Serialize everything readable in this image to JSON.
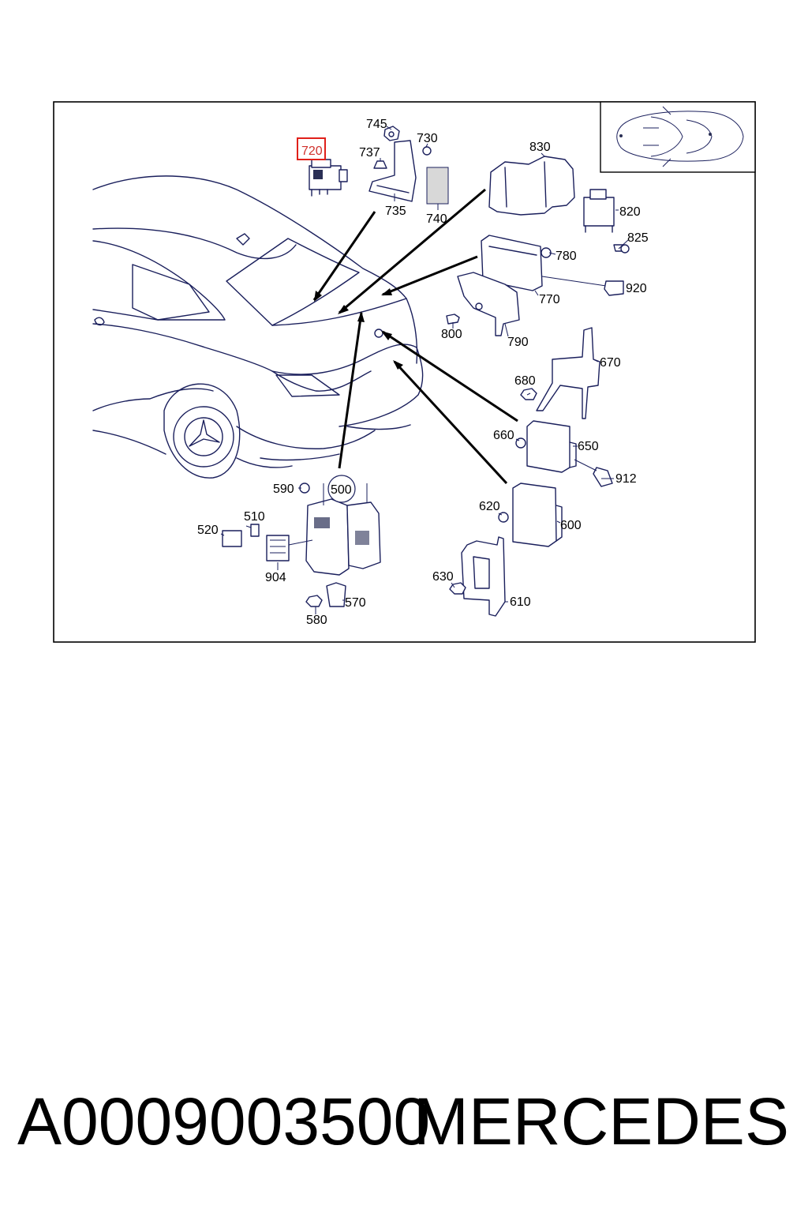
{
  "diagram": {
    "highlighted_label": "720",
    "highlight_color": "#e0201a",
    "labels": {
      "l745": "745",
      "l730": "730",
      "l737": "737",
      "l720": "720",
      "l735": "735",
      "l740": "740",
      "l830": "830",
      "l820": "820",
      "l825": "825",
      "l780": "780",
      "l920": "920",
      "l770": "770",
      "l800": "800",
      "l790": "790",
      "l670": "670",
      "l680": "680",
      "l660": "660",
      "l650": "650",
      "l912": "912",
      "l590": "590",
      "l500": "500",
      "l510": "510",
      "l520": "520",
      "l904": "904",
      "l570": "570",
      "l580": "580",
      "l620": "620",
      "l600": "600",
      "l630": "630",
      "l610": "610"
    }
  },
  "footer": {
    "part_number": "A0009003500",
    "brand": "MERCEDES"
  }
}
